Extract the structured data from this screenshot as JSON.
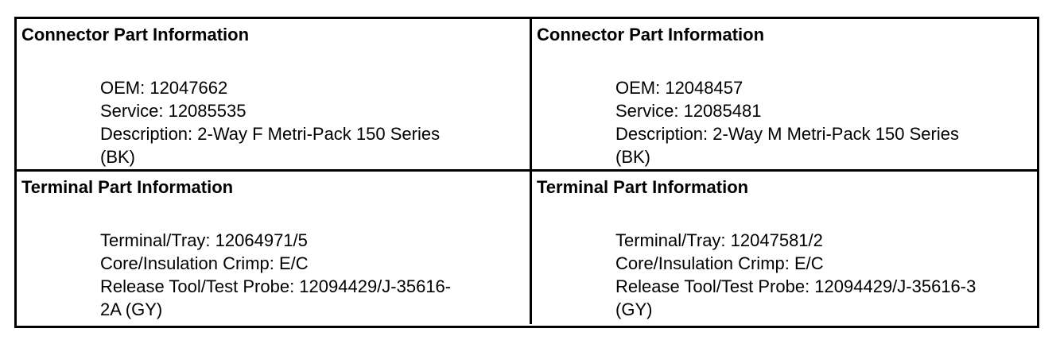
{
  "connector_left": {
    "heading": "Connector Part Information",
    "oem": "OEM: 12047662",
    "service": "Service: 12085535",
    "description_line1": "Description: 2-Way F Metri-Pack 150 Series",
    "description_line2": "(BK)"
  },
  "connector_right": {
    "heading": "Connector Part Information",
    "oem": "OEM: 12048457",
    "service": "Service: 12085481",
    "description_line1": "Description: 2-Way M Metri-Pack 150 Series",
    "description_line2": "(BK)"
  },
  "terminal_left": {
    "heading": "Terminal Part Information",
    "terminal_tray": "Terminal/Tray: 12064971/5",
    "crimp": "Core/Insulation Crimp: E/C",
    "release_tool_line1": "Release Tool/Test Probe: 12094429/J-35616-",
    "release_tool_line2": "2A (GY)"
  },
  "terminal_right": {
    "heading": "Terminal Part Information",
    "terminal_tray": "Terminal/Tray: 12047581/2",
    "crimp": "Core/Insulation Crimp: E/C",
    "release_tool_line1": "Release Tool/Test Probe: 12094429/J-35616-3",
    "release_tool_line2": "(GY)"
  }
}
